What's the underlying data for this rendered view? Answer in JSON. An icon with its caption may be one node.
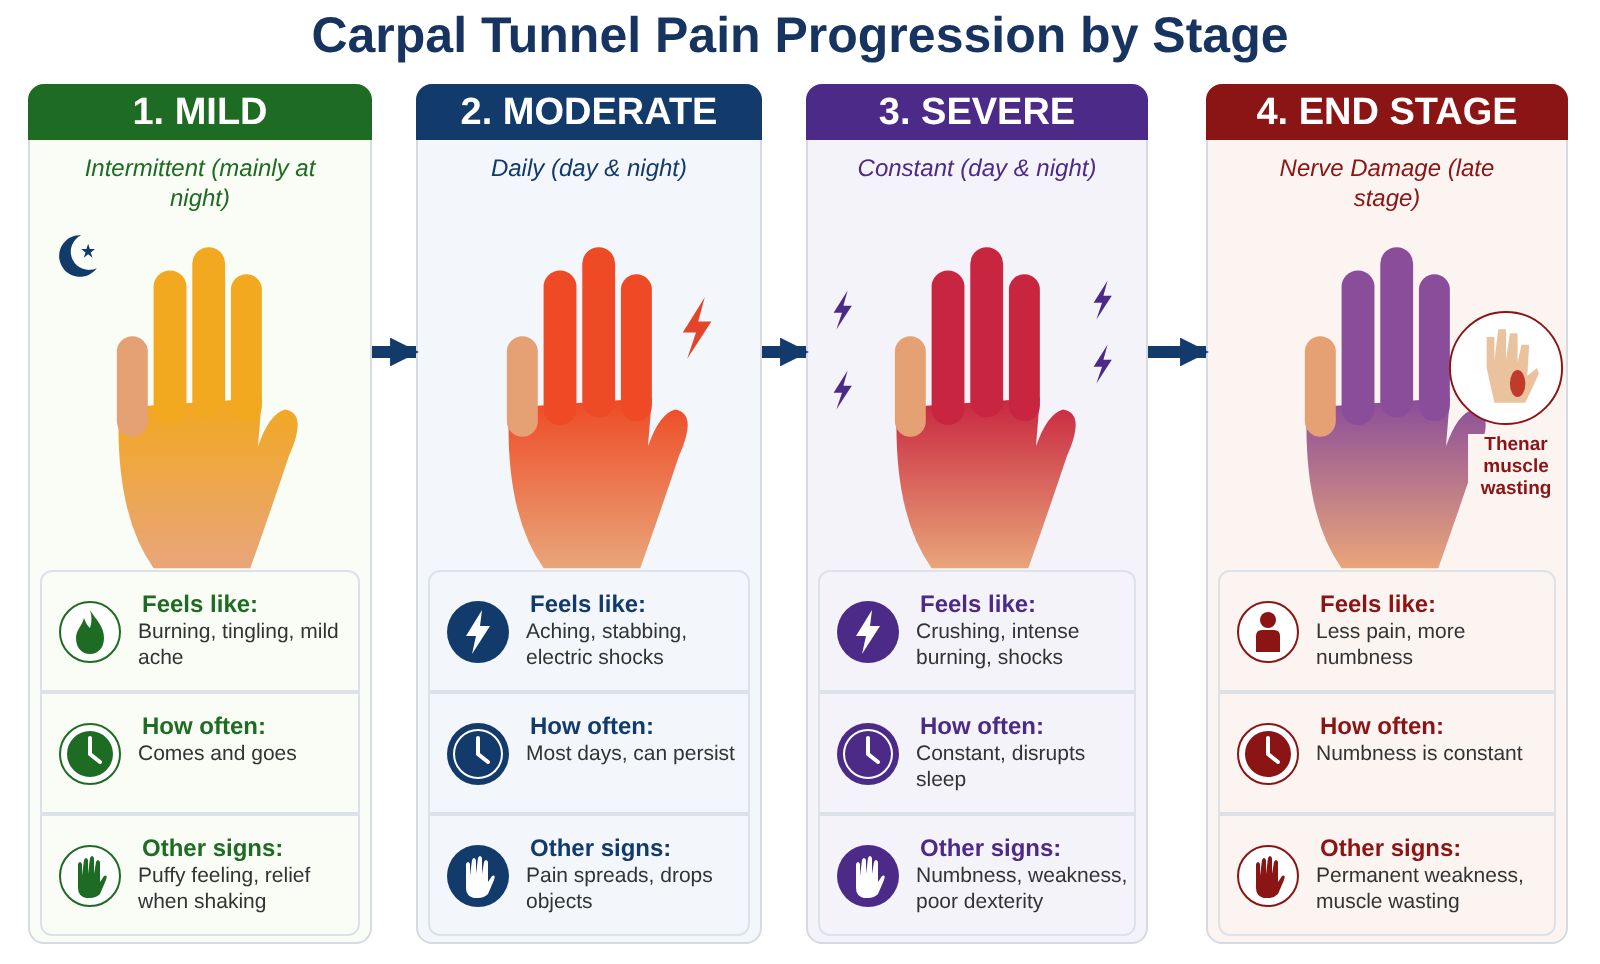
{
  "diagram": {
    "title": "Carpal Tunnel Pain Progression by Stage",
    "nodes": [
      {
        "text": [
          "1. MILD",
          "Intermittent (mainly at night)"
        ]
      },
      {
        "text": [
          "Feels like:",
          "Burning, tingling, mild ache"
        ],
        "in": 0
      },
      {
        "text": [
          "How often:",
          "Comes and goes"
        ],
        "in": 0
      },
      {
        "text": [
          "Other signs:",
          "Puffy feeling, relief when shaking"
        ],
        "in": 0
      },
      {
        "text": [
          "2. MODERATE",
          "Daily (day & night)"
        ]
      },
      {
        "text": [
          "Feels like:",
          "Aching, stabbing, electric shocks"
        ],
        "in": 4
      },
      {
        "text": [
          "How often:",
          "Most days, can persist"
        ],
        "in": 4
      },
      {
        "text": [
          "Other signs:",
          "Pain spreads, drops objects"
        ],
        "in": 4
      },
      {
        "text": [
          "3. SEVERE",
          "Constant (day & night)"
        ]
      },
      {
        "text": [
          "Feels like:",
          "Crushing, intense burning, shocks"
        ],
        "in": 8
      },
      {
        "text": [
          "How often:",
          "Constant, disrupts sleep"
        ],
        "in": 8
      },
      {
        "text": [
          "Other signs:",
          "Numbness, weakness, poor dexterity"
        ],
        "in": 8
      },
      {
        "text": [
          "4. END STAGE",
          "Nerve Damage (late stage)"
        ]
      },
      {
        "text": [
          "Feels like:",
          "Less pain, more numbness"
        ],
        "in": 12
      },
      {
        "text": [
          "How often:",
          "Numbness is constant"
        ],
        "in": 12
      },
      {
        "text": [
          "Other signs:",
          "Permanent weakness, muscle wasting"
        ],
        "in": 12
      }
    ],
    "edges": [
      {
        "from": 0,
        "to": 4,
        "arrow": "to"
      },
      {
        "from": 4,
        "to": 8,
        "arrow": "to"
      },
      {
        "from": 8,
        "to": 12,
        "arrow": "to"
      }
    ],
    "labels": [
      "Thenar muscle wasting"
    ]
  }
}
